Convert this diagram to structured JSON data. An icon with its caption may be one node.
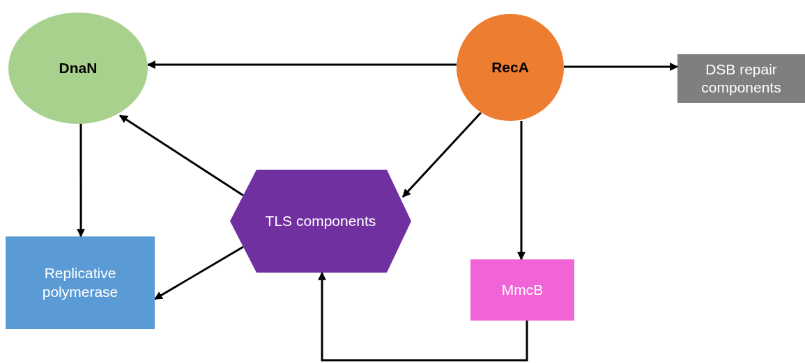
{
  "diagram": {
    "nodes": [
      {
        "text": [
          "DnaN"
        ]
      },
      {
        "text": [
          "RecA"
        ]
      },
      {
        "text": [
          "DSB repair components"
        ]
      },
      {
        "text": [
          "TLS components"
        ]
      },
      {
        "text": [
          "Replicative polymerase"
        ]
      },
      {
        "text": [
          "MmcB"
        ]
      }
    ],
    "edges": [
      {
        "from": 1,
        "to": 0,
        "arrow": "to"
      },
      {
        "from": 1,
        "to": 2,
        "arrow": "to"
      },
      {
        "from": 1,
        "to": 3,
        "arrow": "to"
      },
      {
        "from": 1,
        "to": 5,
        "arrow": "to"
      },
      {
        "from": 0,
        "to": 4,
        "arrow": "to"
      },
      {
        "from": 3,
        "to": 0,
        "arrow": "to"
      },
      {
        "from": 3,
        "to": 4,
        "arrow": "to"
      },
      {
        "from": 5,
        "to": 3,
        "arrow": "to"
      }
    ]
  }
}
